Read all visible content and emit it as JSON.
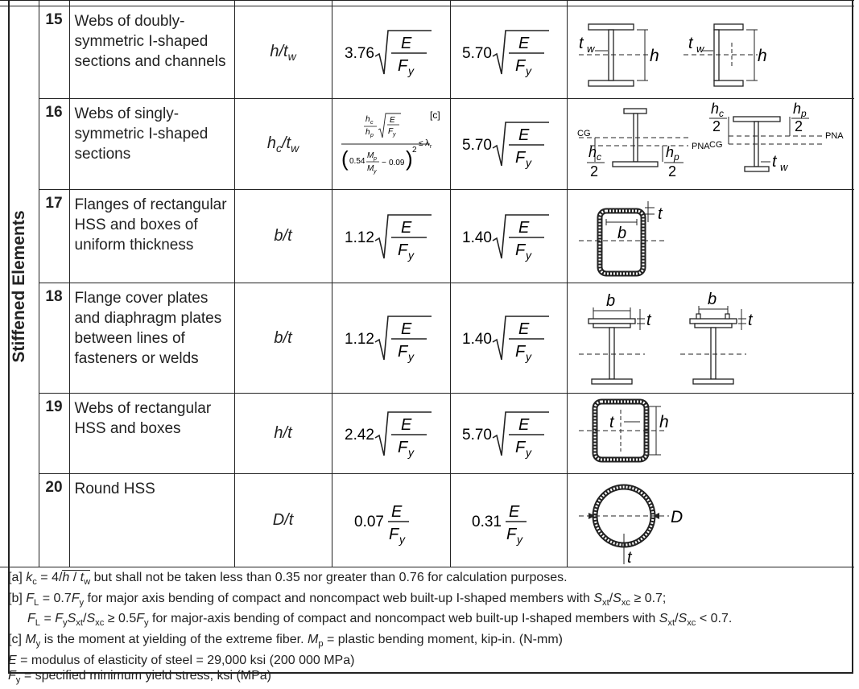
{
  "side_label": "Stiffened Elements",
  "rows": [
    {
      "num": "15",
      "desc": "Webs of doubly-symmetric I-shaped sections and channels",
      "ratio_sym": "h",
      "ratio_den": "t",
      "ratio_sub": "w",
      "lp_coef": "3.76",
      "lr_coef": "5.70",
      "fig": "doubly-i-and-channel"
    },
    {
      "num": "16",
      "desc": "Webs of singly-symmetric I-shaped sections",
      "ratio_sym": "h",
      "ratio_sym_sub": "c",
      "ratio_den": "t",
      "ratio_sub": "w",
      "lp_note": "[c]",
      "lr_coef": "5.70",
      "fig": "singly-i"
    },
    {
      "num": "17",
      "desc": "Flanges of rectangular HSS and boxes of uniform thickness",
      "ratio_sym": "b",
      "ratio_den": "t",
      "lp_coef": "1.12",
      "lr_coef": "1.40",
      "fig": "rect-hss-flange"
    },
    {
      "num": "18",
      "desc": "Flange cover plates and diaphragm plates between lines of fasteners or welds",
      "ratio_sym": "b",
      "ratio_den": "t",
      "lp_coef": "1.12",
      "lr_coef": "1.40",
      "fig": "cover-plates"
    },
    {
      "num": "19",
      "desc": "Webs of rectangular HSS and boxes",
      "ratio_sym": "h",
      "ratio_den": "t",
      "lp_coef": "2.42",
      "lr_coef": "5.70",
      "fig": "rect-hss-web"
    },
    {
      "num": "20",
      "desc": "Round HSS",
      "ratio_sym": "D",
      "ratio_den": "t",
      "lp_coef": "0.07",
      "lr_coef": "0.31",
      "fig": "round-hss"
    }
  ],
  "formula_symbols": {
    "E": "E",
    "F": "F",
    "y": "y",
    "p": "p",
    "r": "r",
    "c": "c",
    "w": "w",
    "h": "h",
    "t": "t",
    "b": "b",
    "D": "D",
    "M": "M",
    "lambda": "λ",
    "leq": "≤",
    "k054": "0.54",
    "k009": "0.09",
    "minus": "−",
    "exp2": "2"
  },
  "fig_labels": {
    "tw": "t",
    "w": "w",
    "h": "h",
    "b": "b",
    "t": "t",
    "D": "D",
    "hc": "h",
    "c": "c",
    "hp": "h",
    "p": "p",
    "two": "2",
    "cg": "CG",
    "pna": "PNA"
  },
  "notes": {
    "a_prefix": "[a] ",
    "a_k": "k",
    "a_c": "c",
    "a_eq": " = 4/",
    "a_h": "h",
    "a_slash": " / ",
    "a_t": "t",
    "a_w": "w",
    "a_text": "  but shall not be taken less than 0.35 nor greater than 0.76 for calculation purposes.",
    "b1_prefix": "[b] ",
    "b1_FL": "F",
    "b1_L": "L",
    "b1_eq": " = 0.7",
    "b1_Fy": "F",
    "b1_y": "y",
    "b1_text": " for major axis bending of compact and noncompact web built-up I-shaped members with ",
    "b1_S1": "S",
    "b1_xt": "xt",
    "b1_div": "/",
    "b1_S2": "S",
    "b1_xc": "xc",
    "b1_end": " ≥ 0.7;",
    "b2_FL": "F",
    "b2_L": "L",
    "b2_eq": " = ",
    "b2_Fy": "F",
    "b2_y": "y",
    "b2_S1": "S",
    "b2_xt": "xt",
    "b2_div": "/",
    "b2_S2": "S",
    "b2_xc": "xc",
    "b2_mid": " ≥ 0.5",
    "b2_Fy2": "F",
    "b2_y2": "y",
    "b2_text": " for major-axis bending of compact and noncompact web built-up I-shaped members with ",
    "b2_S3": "S",
    "b2_xt2": "xt",
    "b2_div2": "/",
    "b2_S4": "S",
    "b2_xc2": "xc",
    "b2_end": " < 0.7.",
    "c_prefix": "[c] ",
    "c_M": "M",
    "c_y": "y",
    "c_text1": " is the moment at yielding of the extreme fiber. ",
    "c_Mp": "M",
    "c_p": "p",
    "c_text2": " = plastic bending moment, kip-in. (N-mm)",
    "e_E": "E",
    "e_text": " = modulus of elasticity of steel = 29,000 ksi (200 000 MPa)",
    "f_F": "F",
    "f_y": "y",
    "f_text": " = specified minimum yield stress, ksi (MPa)"
  }
}
